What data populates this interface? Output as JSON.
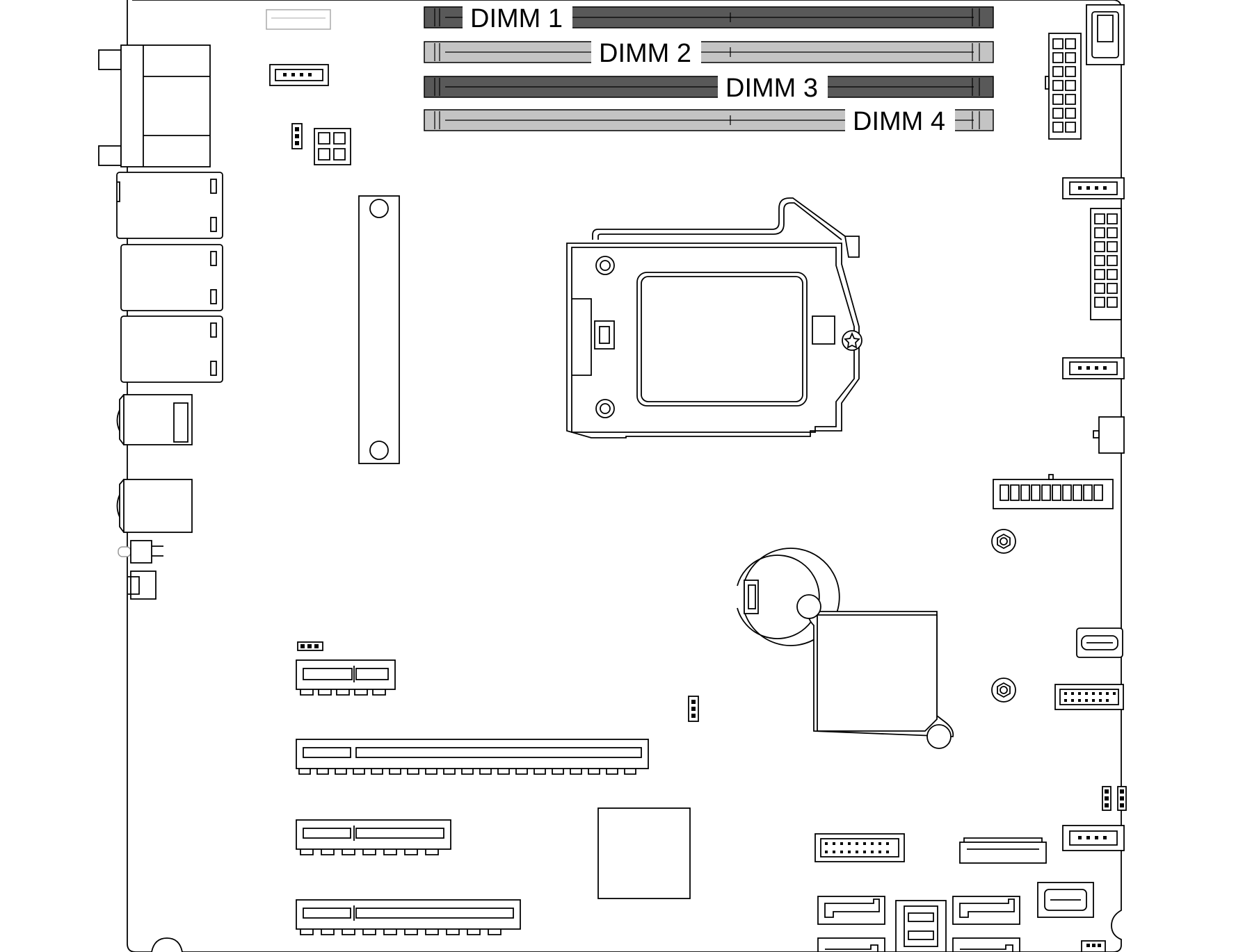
{
  "dimm_labels": {
    "dimm1": "DIMM 1",
    "dimm2": "DIMM 2",
    "dimm3": "DIMM 3",
    "dimm4": "DIMM 4"
  },
  "colors": {
    "dimm_dark": "#595959",
    "dimm_light": "#c4c4c4",
    "line": "#000000",
    "background": "#ffffff"
  }
}
